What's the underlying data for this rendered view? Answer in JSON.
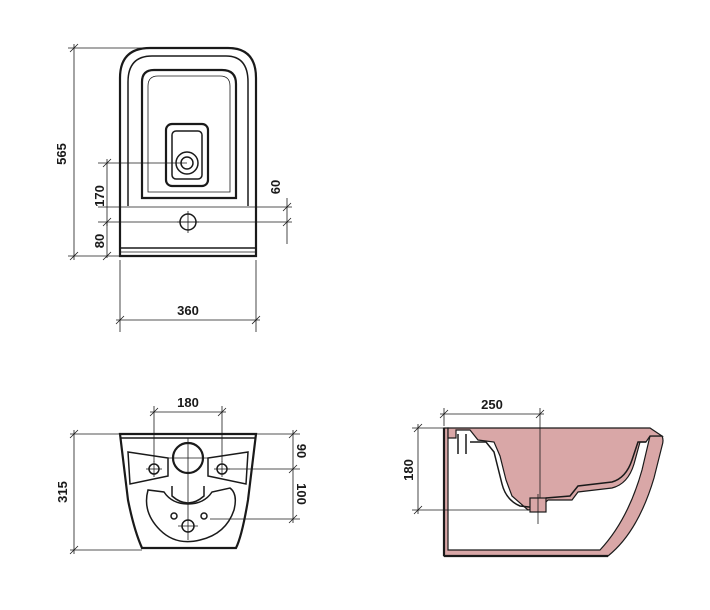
{
  "drawing": {
    "top_view": {
      "dim_height": "565",
      "dim_width": "360",
      "dim_offset_left": "170",
      "dim_bottom_left": "80",
      "dim_offset_right": "60"
    },
    "rear_view": {
      "dim_bolt_spacing": "180",
      "dim_height": "315",
      "dim_upper_right": "90",
      "dim_lower_right": "100"
    },
    "side_section": {
      "dim_depth": "250",
      "dim_height": "180"
    }
  }
}
